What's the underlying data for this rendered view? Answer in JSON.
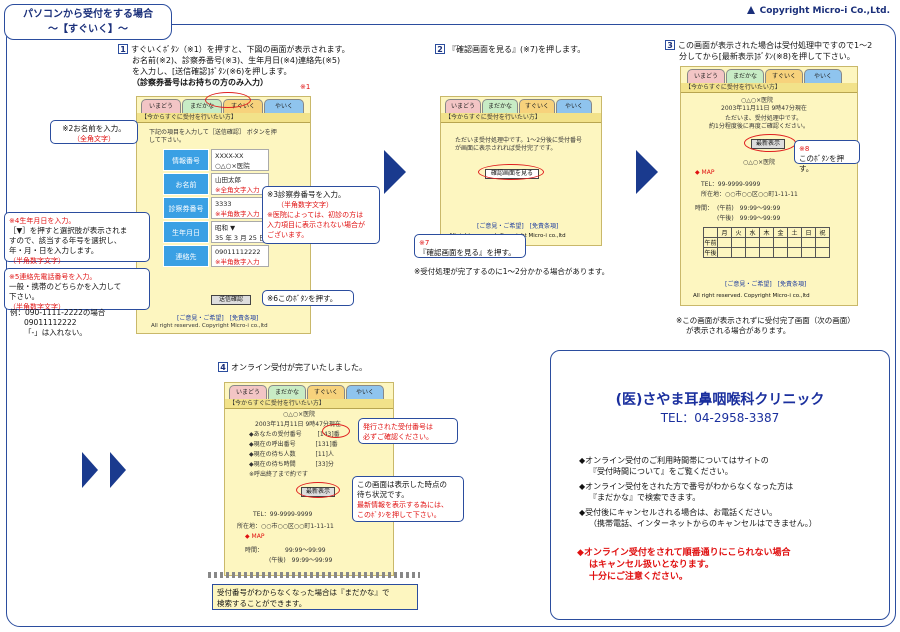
{
  "header": {
    "title_line1": "パソコンから受付をする場合",
    "title_line2": "～【すぐいく】～",
    "copyright": "Copyright Micro-i Co.,Ltd."
  },
  "tabs": [
    "いまどう",
    "まだかな",
    "すぐいく",
    "やいく"
  ],
  "screen_header": "【今からすぐに受付を行いたい方】",
  "step1": {
    "num": "1",
    "text1": "すぐいくﾎﾞﾀﾝ（※1）を押すと、下図の画面が表示されます。",
    "text2": "お名前(※2)、診察券番号(※3)、生年月日(※4)連絡先(※5)",
    "text3": "を入力し、[送信確認]ﾎﾞﾀﾝ(※6)を押します。",
    "text4": "（診察券番号はお持ちの方のみ入力）",
    "mark1": "※1",
    "intro1": "下記の項目を入力して［送信確認］ ボタンを押",
    "intro2": "して下さい。",
    "labels": [
      "情報番号",
      "お名前",
      "診察券番号",
      "生年月日",
      "連絡先"
    ],
    "values": [
      "XXXX-XX",
      "山田太郎",
      "3333",
      "昭和 ▼",
      "09011112222"
    ],
    "sub_values": [
      "○△○×医院",
      "※全角文字入力",
      "※半角数字入力",
      "35 年 3 月 25 日",
      "※半角数字入力"
    ],
    "send_btn": "送信確認",
    "footer_links": "[ご意見・ご希望]　[免責条項]",
    "footer": "All right reserved. Copyright Micro-i co.,ltd",
    "c2_title": "※2お名前を入力。",
    "c2_sub": "（全角文字）",
    "c3_title": "※3診察券番号を入力。",
    "c3_sub": "（半角数字文字）",
    "c3_note1": "※医院によっては、初診の方は",
    "c3_note2": "入力項目に表示されない場合が",
    "c3_note3": "ございます。",
    "c4_l1": "※4生年月日を入力。",
    "c4_l2": "［▼］を押すと選択肢が表示されま",
    "c4_l3": "すので、該当する年号を選択し、",
    "c4_l4": "年・月・日を入力します。",
    "c4_sub": "（半角数字文字）",
    "c5_l1": "※5連絡先電話番号を入力。",
    "c5_l2": "一般・携帯のどちらかを入力して",
    "c5_l3": "下さい。",
    "c5_sub": "（半角数字文字）",
    "ex_l1": "例：090-1111-2222の場合",
    "ex_l2": "09011112222",
    "ex_l3": "「-」は入れない。",
    "c6": "※6このﾎﾞﾀﾝを押す。"
  },
  "step2": {
    "num": "2",
    "text": "『確認画面を見る』(※7)を押します。",
    "body1": "ただいま受付処理中です。1～2分後に受付番号",
    "body2": "が画面に表示されれば受付完了です。",
    "btn": "確認画面を見る",
    "footer_links": "[ご意見・ご希望]　[免責条項]",
    "footer": "All right reserved. Copyright Micro-i co.,ltd",
    "c7_l1": "※7",
    "c7_l2": "『確認画面を見る』を押す。",
    "note": "※受付処理が完了するのに1～2分かかる場合があります。"
  },
  "step3": {
    "num": "3",
    "text1": "この画面が表示された場合は受付処理中ですので1～2",
    "text2": "分してから[最新表示]ﾎﾞﾀﾝ(※8)を押して下さい。",
    "clinic": "○△○×医院",
    "date": "2003年11月11日 9時47分現在",
    "msg1": "ただいま、受付処理中です。",
    "msg2": "約1分程度後に再度ご確認ください。",
    "refresh": "最新表示",
    "c8_l1": "※8",
    "c8_l2": "このﾎﾞﾀﾝを押す。",
    "tel": "TEL：99-9999-9999",
    "addr": "所在地：○○市○○区○○町1-11-11",
    "map": "MAP",
    "hours_label": "時間：",
    "hours1": "(午前)　99:99～99:99",
    "hours2": "(午後)　99:99～99:99",
    "days": [
      "月",
      "火",
      "水",
      "木",
      "金",
      "土",
      "日",
      "祝"
    ],
    "rows": [
      "午前",
      "午後"
    ],
    "footer_links": "[ご意見・ご希望]　[免責条項]",
    "footer": "All right reserved. Copyright Micro-i co.,ltd",
    "note1": "※この画面が表示されずに受付完了画面（次の画面）",
    "note2": "が表示される場合があります。"
  },
  "step4": {
    "num": "4",
    "text": "オンライン受付が完了いたしました。",
    "clinic": "○△○×医院",
    "date": "2003年11月11日 9時47分現在",
    "items": [
      {
        "label": "◆あなたの受付番号",
        "value": "[143]番"
      },
      {
        "label": "◆現在の呼出番号",
        "value": "[131]番"
      },
      {
        "label": "◆現在の待ち人数",
        "value": "[11]人"
      },
      {
        "label": "◆現在の待ち時間",
        "value": "[33]分"
      }
    ],
    "wait_note": "※呼出終了まで約です",
    "c_l1": "発行された受付番号は",
    "c_l2": "必ずご確認ください。",
    "refresh": "最新表示",
    "r_l1": "この画面は表示した時点の",
    "r_l2": "待ち状況です。",
    "r_l3": "最新情報を表示する為には、",
    "r_l4": "このﾎﾞﾀﾝを押して下さい。",
    "tel": "TEL：99-9999-9999",
    "addr": "所在地：○○市○○区○○町1-11-11",
    "map": "MAP",
    "hours_label": "時間：",
    "hours1": "99:99～99:99",
    "hours2": "(午後)　99:99～99:99",
    "bottom_l1": "受付番号がわからなくなった場合は『まだかな』で",
    "bottom_l2": "検索することができます。"
  },
  "clinic_box": {
    "name": "(医)さやま耳鼻咽喉科クリニック",
    "tel": "TEL：04-2958-3387",
    "b1_l1": "◆オンライン受付のご利用時間帯についてはサイトの",
    "b1_l2": "『受付時間について』をご覧ください。",
    "b2_l1": "◆オンライン受付をされた方で番号がわからなくなった方は",
    "b2_l2": "『まだかな』で検索できます。",
    "b3_l1": "◆受付後にキャンセルされる場合は、お電話ください。",
    "b3_l2": "（携帯電話、インターネットからのキャンセルはできません。）",
    "w_l1": "◆オンライン受付をされて順番通りにこられない場合",
    "w_l2": "はキャンセル扱いとなります。",
    "w_l3": "十分にご注意ください。"
  },
  "colors": {
    "accent": "#2b4d9e",
    "warning": "#e01010",
    "screen_bg": "#fdf6c0",
    "label_bg": "#3aa0e4"
  }
}
